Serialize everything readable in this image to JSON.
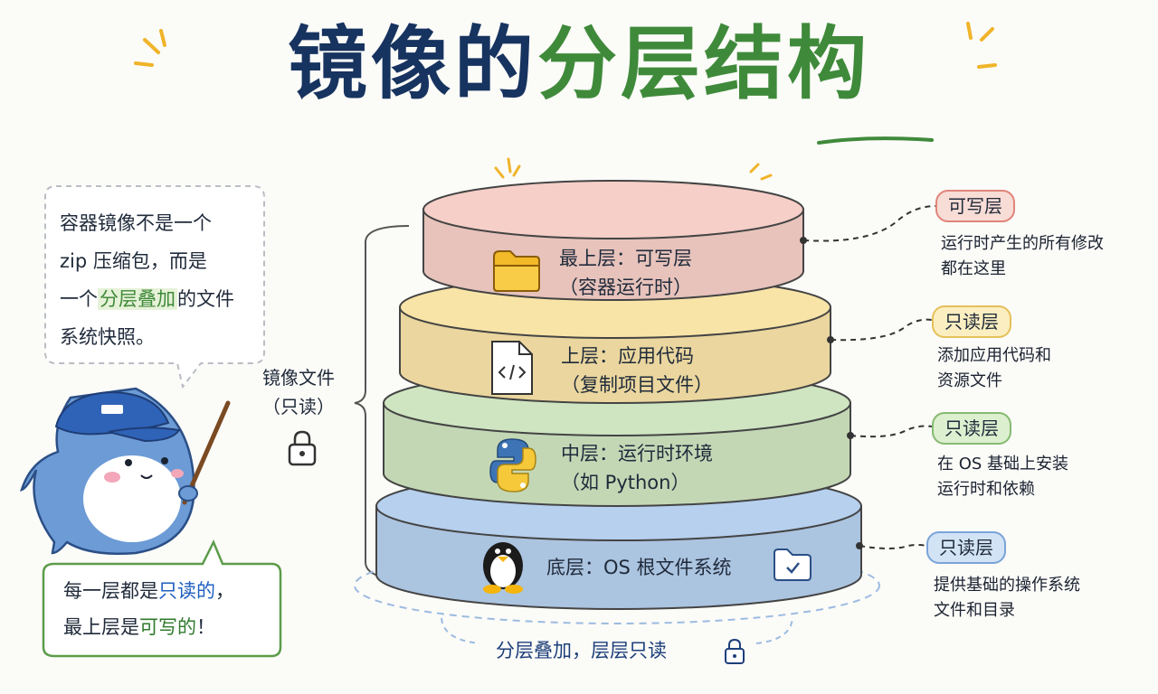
{
  "title": {
    "part1": "镜像的",
    "part2": "分层结构"
  },
  "intro": {
    "line1": "容器镜像不是一个",
    "line2": "zip 压缩包，而是",
    "line3_pre": "一个",
    "line3_kw": "分层叠加",
    "line3_post": "的文件",
    "line4": "系统快照。"
  },
  "image_files": {
    "line1": "镜像文件",
    "line2": "（只读）"
  },
  "layers": [
    {
      "line1": "最上层：可写层",
      "line2": "（容器运行时）",
      "color": "#f6cfc8",
      "icon": "folder-icon"
    },
    {
      "line1": "上层：应用代码",
      "line2": "（复制项目文件）",
      "color": "#f9e4a8",
      "icon": "code-file-icon"
    },
    {
      "line1": "中层：运行时环境",
      "line2": "（如 Python）",
      "color": "#cfe5c1",
      "icon": "python-icon"
    },
    {
      "line1": "底层：OS 根文件系统",
      "line2": "",
      "color": "#b6d0ee",
      "icon": "linux-penguin-icon"
    }
  ],
  "side_notes": [
    {
      "tag": "可写层",
      "desc1": "运行时产生的所有修改",
      "desc2": "都在这里",
      "tag_bg": "#f8dcd6",
      "tag_border": "#e0857a"
    },
    {
      "tag": "只读层",
      "desc1": "添加应用代码和",
      "desc2": "资源文件",
      "tag_bg": "#fbeec0",
      "tag_border": "#e5c15a"
    },
    {
      "tag": "只读层",
      "desc1": "在 OS 基础上安装",
      "desc2": "运行时和依赖",
      "tag_bg": "#dcefcf",
      "tag_border": "#86bb72"
    },
    {
      "tag": "只读层",
      "desc1": "提供基础的操作系统",
      "desc2": "文件和目录",
      "tag_bg": "#d3e3f6",
      "tag_border": "#7aa4d8"
    }
  ],
  "bottom_note": {
    "line1_pre": "每一层都是",
    "line1_kw": "只读的",
    "line1_post": "，",
    "line2_pre": "最上层是",
    "line2_kw": "可写的",
    "line2_post": "！"
  },
  "footer": "分层叠加，层层只读"
}
